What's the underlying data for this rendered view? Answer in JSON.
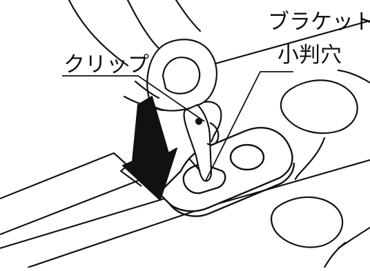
{
  "labels": {
    "clip": "クリップ",
    "bracket_line1": "ブラケット",
    "bracket_line2": "小判穴"
  },
  "colors": {
    "ink": "#111111",
    "paper": "#ffffff"
  },
  "icons": {
    "arrow": "down-arrow-icon"
  }
}
